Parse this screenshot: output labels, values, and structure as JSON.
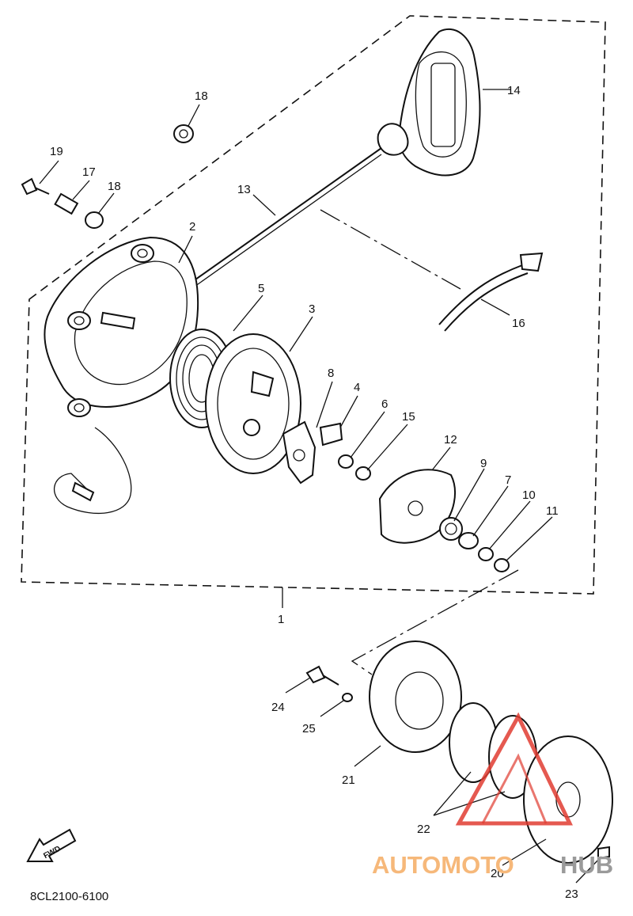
{
  "diagram_code": "8CL2100-6100",
  "fwd_label": "FWD",
  "watermark": {
    "part_a": "AUTOMOTO",
    "part_b": "HUB",
    "accent_color": "#e03c31",
    "text_color_a": "#f6b87a",
    "text_color_b": "#9a9a9a"
  },
  "callouts": [
    "1",
    "2",
    "3",
    "4",
    "5",
    "6",
    "7",
    "8",
    "9",
    "10",
    "11",
    "12",
    "13",
    "14",
    "15",
    "16",
    "17",
    "18",
    "18",
    "19",
    "20",
    "21",
    "22",
    "23",
    "24",
    "25"
  ]
}
